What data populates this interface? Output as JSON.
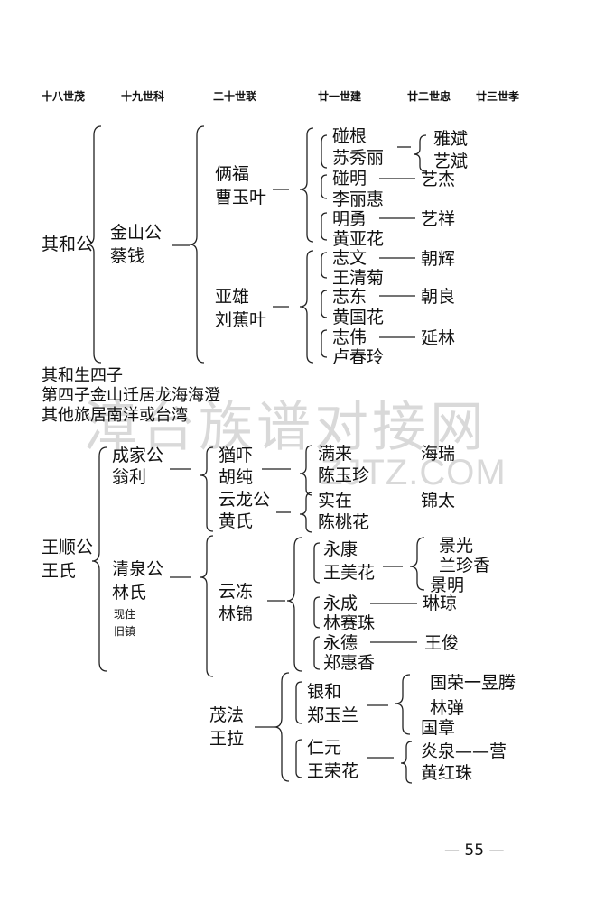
{
  "headers": [
    "十八世茂",
    "十九世科",
    "二十世联",
    "廿一世建",
    "廿二世忠",
    "廿三世孝"
  ],
  "section1": {
    "g18": "其和公",
    "g19": [
      "金山公",
      "蔡钱"
    ],
    "g20a": [
      "俩福",
      "曹玉叶"
    ],
    "g20b": [
      "亚雄",
      "刘蕉叶"
    ],
    "g21": [
      "碰根",
      "苏秀丽",
      "碰明",
      "李丽惠",
      "明勇",
      "黄亚花",
      "志文",
      "王清菊",
      "志东",
      "黄国花",
      "志伟",
      "卢春玲"
    ],
    "g22": [
      "雅斌",
      "艺斌",
      "艺杰",
      "艺祥",
      "朝辉",
      "朝良",
      "延林"
    ]
  },
  "notes": [
    "其和生四子",
    "第四子金山迁居龙海海澄",
    "其他旅居南洋或台湾"
  ],
  "watermark": {
    "line1": "漳台族谱对接网",
    "line2": "ZJTZ.COM"
  },
  "section2": {
    "g18": [
      "王顺公",
      "王氏"
    ],
    "g19a": [
      "成家公",
      "翁利"
    ],
    "g19b": [
      "清泉公",
      "林氏"
    ],
    "g19b_note": [
      "现住",
      "旧镇"
    ],
    "g20": [
      "猶吓",
      "胡纯",
      "云龙公",
      "黄氏",
      "云冻",
      "林锦",
      "茂法",
      "王拉"
    ],
    "g21": [
      "满来",
      "陈玉珍",
      "实在",
      "陈桃花",
      "永康",
      "王美花",
      "永成",
      "林赛珠",
      "永德",
      "郑惠香",
      "银和",
      "郑玉兰",
      "仁元",
      "王荣花"
    ],
    "g22": [
      "海瑞",
      "锦太",
      "景光",
      "兰珍香",
      "景明",
      "琳琼",
      "王俊",
      "国荣一昱腾",
      "林弹",
      "国章",
      "炎泉——营",
      "黄红珠"
    ]
  },
  "page_number": "— 55 —"
}
